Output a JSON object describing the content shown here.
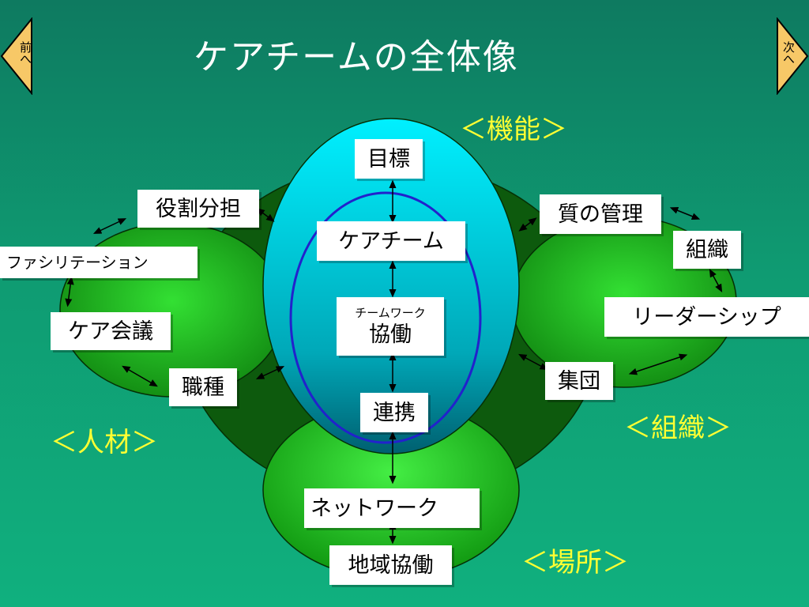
{
  "title": "ケアチームの全体像",
  "nav": {
    "prev": "前へ",
    "next": "次へ"
  },
  "categories": {
    "function": "＜機能＞",
    "people": "＜人材＞",
    "organization": "＜組織＞",
    "place": "＜場所＞"
  },
  "center": {
    "goal": "目標",
    "care_team": "ケアチーム",
    "teamwork_small": "チームワーク",
    "collaboration": "協働",
    "cooperation": "連携"
  },
  "people": {
    "role_sharing": "役割分担",
    "facilitation": "ファシリテーション",
    "care_meeting": "ケア会議",
    "profession": "職種"
  },
  "organization": {
    "quality_management": "質の管理",
    "organization": "組織",
    "leadership": "リーダーシップ",
    "group": "集団"
  },
  "place": {
    "network": "ネットワーク",
    "community_collaboration": "地域協働"
  },
  "colors": {
    "background": "#10906c",
    "dark_green": "#0d5a0d",
    "bright_green": "#19c419",
    "cyan": "#00e5f5",
    "blue_ring": "#2222cc",
    "nav_fill": "#f7c867",
    "category_text": "#ffff33"
  }
}
